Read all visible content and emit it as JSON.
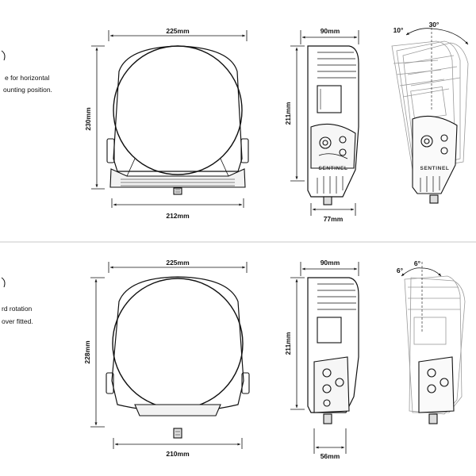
{
  "panels": [
    {
      "notes": [
        "e for horizontal",
        "ounting position."
      ],
      "dims": {
        "front_width": "225mm",
        "front_height": "230mm",
        "bracket_width": "212mm",
        "side_depth_top": "90mm",
        "side_height": "211mm",
        "side_depth_bottom": "77mm"
      },
      "angles": {
        "left": "10°",
        "right": "30°"
      },
      "brand": "SENTINEL"
    },
    {
      "notes": [
        "rd rotation",
        "over fitted."
      ],
      "dims": {
        "front_width": "225mm",
        "front_height": "228mm",
        "bracket_width": "210mm",
        "side_depth_top": "90mm",
        "side_height": "211mm",
        "side_depth_bottom": "56mm"
      },
      "angles": {
        "left": "6°",
        "right": "6°"
      }
    }
  ],
  "colors": {
    "line": "#111111",
    "ghost": "#9a9a9a",
    "divider": "#c8c8c8"
  }
}
